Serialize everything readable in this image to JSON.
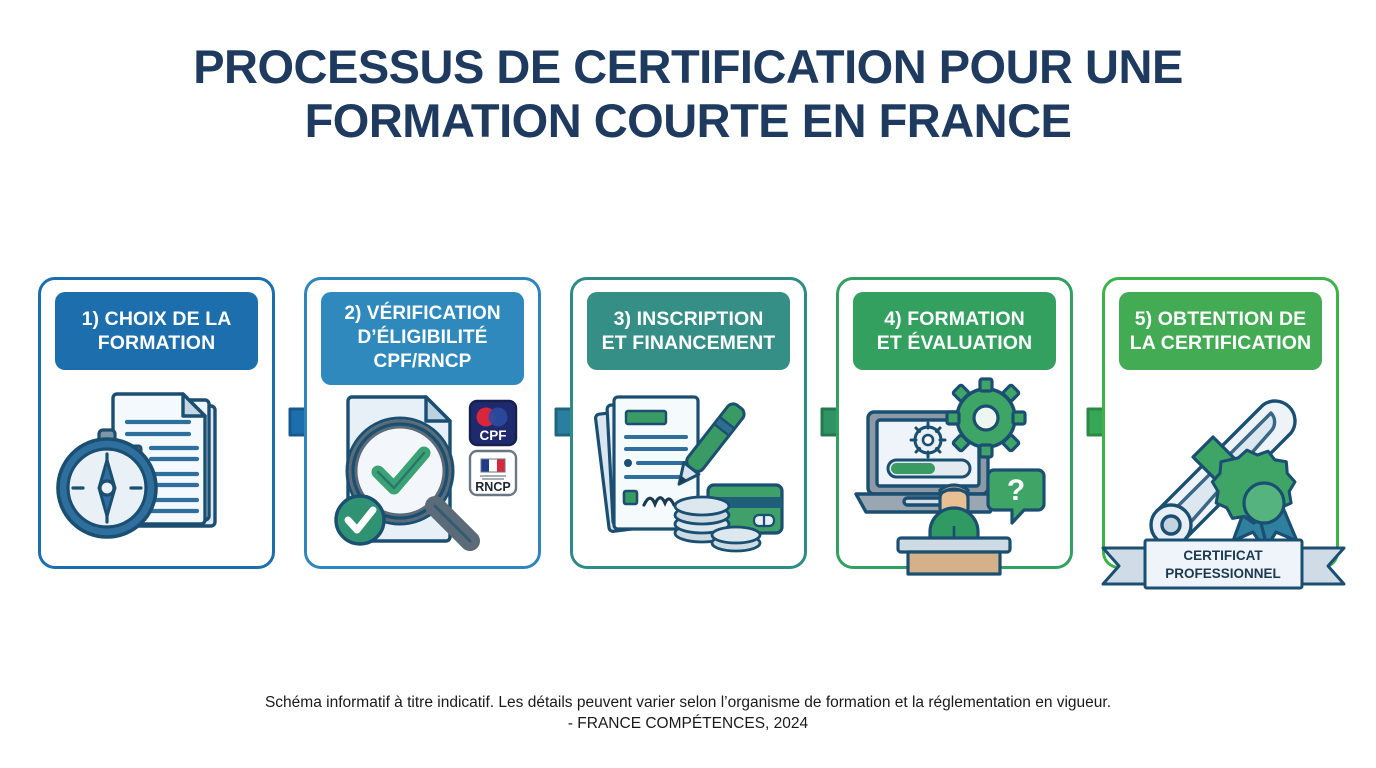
{
  "title": {
    "line1": "PROCESSUS DE CERTIFICATION POUR UNE",
    "line2": "FORMATION COURTE EN FRANCE",
    "color": "#1e3a5f"
  },
  "steps": [
    {
      "number": "1)",
      "label": "1) CHOIX DE LA FORMATION",
      "header_line1": "1) CHOIX DE LA",
      "header_line2": "FORMATION",
      "color": "#1c6ead",
      "icon": "compass-and-documents-icon"
    },
    {
      "number": "2)",
      "label": "2) VÉRIFICATION D’ÉLIGIBILITÉ CPF/RNCP",
      "header_line1": "2) VÉRIFICATION",
      "header_line2": "D’ÉLIGIBILITÉ",
      "header_line3": "CPF/RNCP",
      "color": "#3089bd",
      "icon": "magnifier-checkmark-document-icon",
      "badges": [
        {
          "name": "cpf-badge",
          "text": "CPF"
        },
        {
          "name": "rncp-badge",
          "text": "RNCP"
        }
      ]
    },
    {
      "number": "3)",
      "label": "3) INSCRIPTION ET FINANCEMENT",
      "header_line1": "3) INSCRIPTION",
      "header_line2": "ET FINANCEMENT",
      "color": "#368f86",
      "icon": "contract-pen-coins-card-icon"
    },
    {
      "number": "4)",
      "label": "4) FORMATION ET ÉVALUATION",
      "header_line1": "4) FORMATION",
      "header_line2": "ET ÉVALUATION",
      "color": "#34a05f",
      "icon": "laptop-gears-learner-icon"
    },
    {
      "number": "5)",
      "label": "5) OBTENTION DE LA CERTIFICATION",
      "header_line1": "5) OBTENTION DE",
      "header_line2": "LA CERTIFICATION",
      "color": "#42ab54",
      "icon": "diploma-scroll-rosette-icon",
      "banner_line1": "CERTIFICAT",
      "banner_line2": "PROFESSIONNEL"
    }
  ],
  "arrows": [
    {
      "name": "arrow-step1-to-step2",
      "color": "#1c6ead"
    },
    {
      "name": "arrow-step2-to-step3",
      "color": "#2a7fa0"
    },
    {
      "name": "arrow-step3-to-step4",
      "color": "#2f9464"
    },
    {
      "name": "arrow-step4-to-step5",
      "color": "#37a757"
    }
  ],
  "footer": {
    "line1": "Schéma informatif à titre indicatif. Les détails peuvent varier selon l’organisme de formation et la réglementation en vigueur.",
    "line2": "- FRANCE COMPÉTENCES, 2024"
  }
}
